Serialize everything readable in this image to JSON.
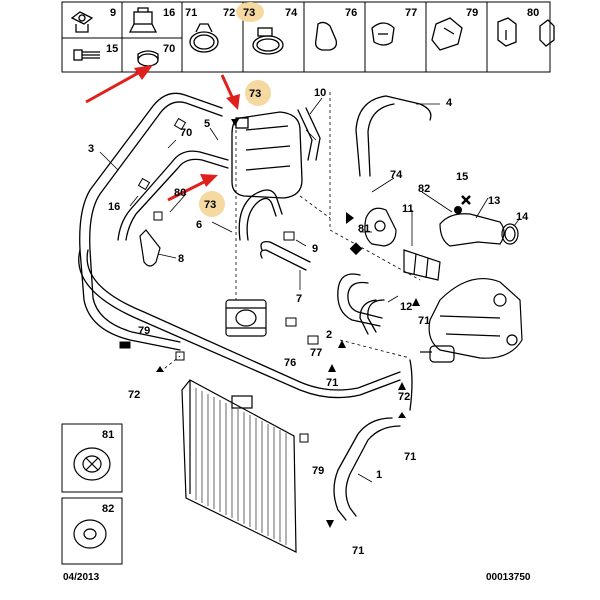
{
  "header": {
    "row_top": [
      "9",
      "16",
      "71",
      "72",
      "73",
      "74",
      "76",
      "77",
      "79",
      "80"
    ],
    "row_bottom": [
      "15",
      "70"
    ],
    "highlighted": "73"
  },
  "callouts": {
    "c1": "1",
    "c2": "2",
    "c3": "3",
    "c4": "4",
    "c5": "5",
    "c6": "6",
    "c7": "7",
    "c8": "8",
    "c9": "9",
    "c10": "10",
    "c11": "11",
    "c12": "12",
    "c13": "13",
    "c14": "14",
    "c15": "15",
    "c16": "16",
    "c70": "70",
    "c71a": "71",
    "c71b": "71",
    "c71c": "71",
    "c71d": "71",
    "c72a": "72",
    "c72b": "72",
    "c73a": "73",
    "c73b": "73",
    "c74": "74",
    "c76": "76",
    "c77": "77",
    "c79a": "79",
    "c79b": "79",
    "c80": "80",
    "c81": "81",
    "c82": "82"
  },
  "side_boxes": {
    "box81": "81",
    "box82": "82"
  },
  "footer": {
    "date": "04/2013",
    "ref": "00013750"
  },
  "colors": {
    "highlight": "#f5d9a0",
    "arrow": "#e0201c",
    "line": "#000000"
  }
}
